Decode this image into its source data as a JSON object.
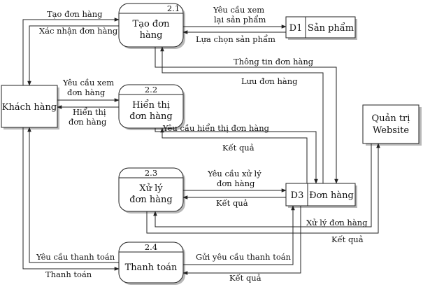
{
  "external": {
    "customer": "Khách hàng",
    "admin_line1": "Quản trị",
    "admin_line2": "Website"
  },
  "processes": [
    {
      "id": "2.1",
      "line1": "Tạo đơn",
      "line2": "hàng"
    },
    {
      "id": "2.2",
      "line1": "Hiển thị",
      "line2": "đơn hàng"
    },
    {
      "id": "2.3",
      "line1": "Xử lý",
      "line2": "đơn hàng"
    },
    {
      "id": "2.4",
      "line1": "Thanh toán",
      "line2": ""
    }
  ],
  "stores": [
    {
      "id": "D1",
      "name": "Sản phẩm"
    },
    {
      "id": "D3",
      "name": "Đơn hàng"
    }
  ],
  "flows": {
    "create_order": "Tạo đơn hàng",
    "confirm_order": "Xác nhận đơn hàng",
    "request_view_l1": "Yêu cầu xem",
    "request_view_l2": "lại sản phẩm",
    "choose_product": "Lựa chọn sản phẩm",
    "order_info": "Thông tin đơn hàng",
    "save_order": "Lưu đơn hàng",
    "req_view_order_l1": "Yêu cầu xem",
    "req_view_order_l2": "đơn hàng",
    "show_l1": "Hiển thị",
    "show_l2": "đơn hàng",
    "req_show_order": "Yêu cầu hiển thị đơn hàng",
    "result_22": "Kết quả",
    "req_process_l1": "Yêu cầu xử lý",
    "req_process_l2": "đơn hàng",
    "result_23": "Kết quả",
    "process_order": "Xử lý đơn hàng",
    "result_admin": "Kết quả",
    "req_payment": "Yêu cầu thanh toán",
    "payment": "Thanh toán",
    "send_req_payment": "Gửi yêu cầu thanh toán",
    "result_24": "Kết quả"
  }
}
